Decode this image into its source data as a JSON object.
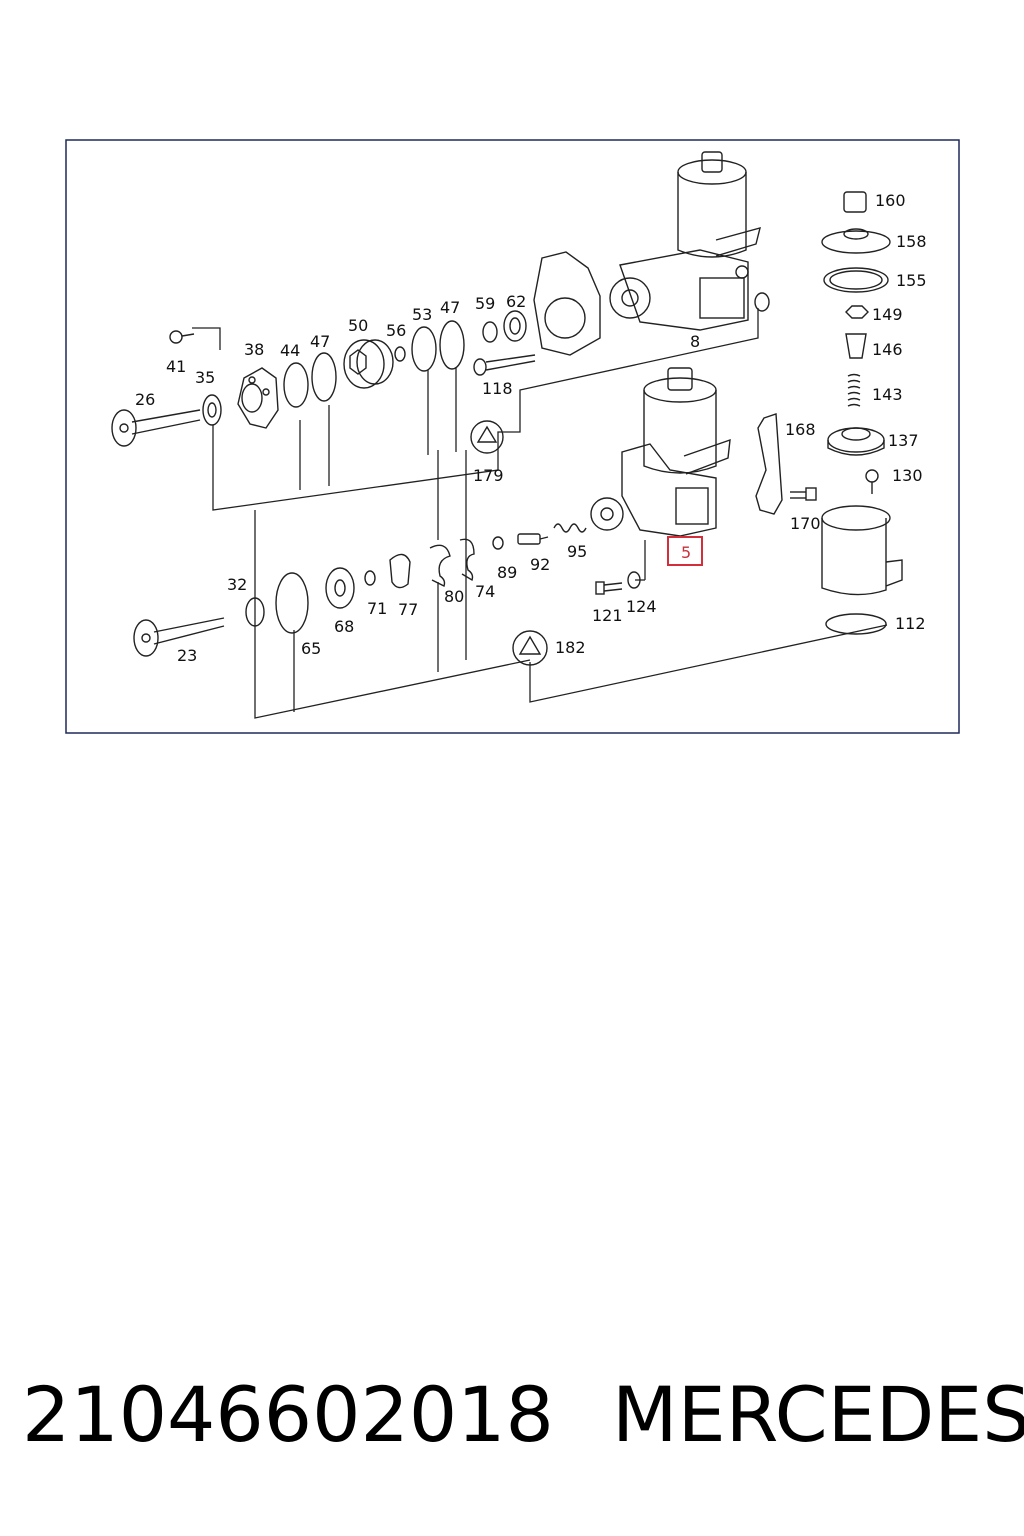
{
  "diagram": {
    "highlight_color": "#d32f3a",
    "frame_color": "#1f2a5a",
    "callouts": {
      "c160": "160",
      "c158": "158",
      "c155": "155",
      "c149": "149",
      "c146": "146",
      "c143": "143",
      "c137": "137",
      "c130": "130",
      "c168": "168",
      "c170": "170",
      "c112": "112",
      "c8": "8",
      "c59": "59",
      "c62": "62",
      "c53": "53",
      "c47a": "47",
      "c56": "56",
      "c50": "50",
      "c47b": "47",
      "c44": "44",
      "c38": "38",
      "c41": "41",
      "c35": "35",
      "c26": "26",
      "c118": "118",
      "c179": "179",
      "c5": "5",
      "c89": "89",
      "c92": "92",
      "c95": "95",
      "c121": "121",
      "c124": "124",
      "c80": "80",
      "c74": "74",
      "c71": "71",
      "c77": "77",
      "c68": "68",
      "c32": "32",
      "c65": "65",
      "c23": "23",
      "c182": "182"
    }
  },
  "caption": {
    "part_number": "21046602018",
    "brand": "MERCEDES"
  }
}
